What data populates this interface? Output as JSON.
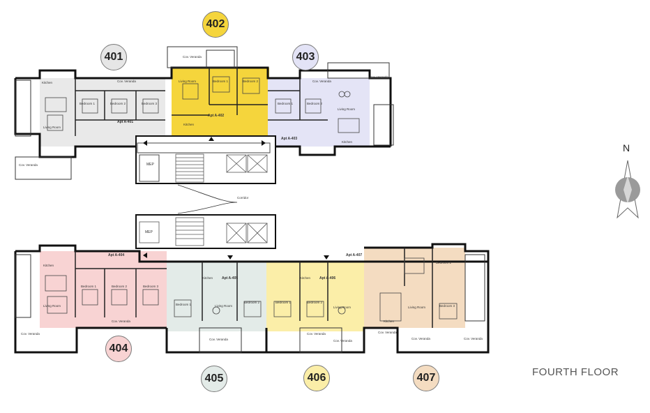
{
  "floor_title": "FOURTH FLOOR",
  "north_label": "N",
  "units": [
    {
      "id": "401",
      "color": "#e6e6e6"
    },
    {
      "id": "402",
      "color": "#f5d53c"
    },
    {
      "id": "403",
      "color": "#e3e3f6"
    },
    {
      "id": "404",
      "color": "#f8d3d3"
    },
    {
      "id": "405",
      "color": "#e3ebe8"
    },
    {
      "id": "406",
      "color": "#fbeea8"
    },
    {
      "id": "407",
      "color": "#f4dcc1"
    }
  ],
  "apt_labels": [
    "Apt A-401",
    "Apt A-402",
    "Apt A-403",
    "Apt A-404",
    "Apt A-405",
    "Apt A-406",
    "Apt A-407"
  ],
  "room_labels": {
    "kitchen": "Kitchen",
    "living": "Living Room",
    "bedroom1": "Bedroom 1",
    "bedroom2": "Bedroom 2",
    "bedroom3": "Bedroom 3",
    "veranda": "Cov. Veranda",
    "mep": "MEP",
    "corridor": "Corridor"
  }
}
